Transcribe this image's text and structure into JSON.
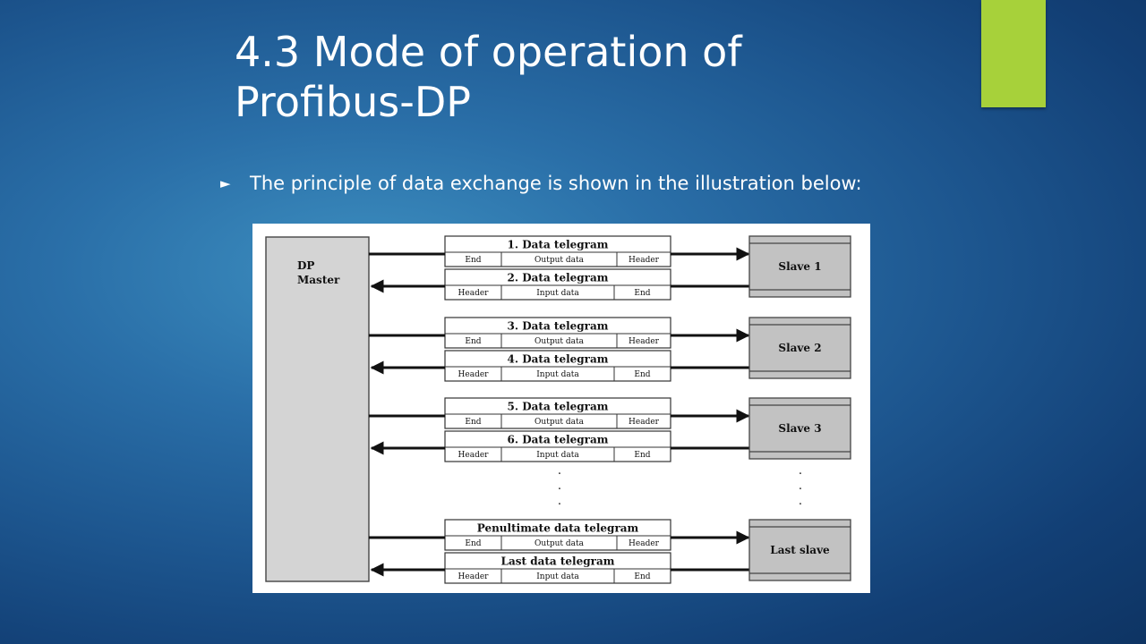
{
  "slide": {
    "title": "4.3 Mode of operation of Profibus-DP",
    "bullet": "The principle of data exchange is shown in the illustration below:",
    "bullet_icon": "triangle-bullet-icon",
    "accent_color": "#a7d13a"
  },
  "diagram": {
    "master_label_line1": "DP",
    "master_label_line2": "Master",
    "groups": [
      {
        "slave": "Slave 1",
        "outgoing": {
          "title": "1. Data telegram",
          "fields": [
            "End",
            "Output data",
            "Header"
          ]
        },
        "incoming": {
          "title": "2. Data telegram",
          "fields": [
            "Header",
            "Input data",
            "End"
          ]
        }
      },
      {
        "slave": "Slave 2",
        "outgoing": {
          "title": "3. Data telegram",
          "fields": [
            "End",
            "Output data",
            "Header"
          ]
        },
        "incoming": {
          "title": "4. Data telegram",
          "fields": [
            "Header",
            "Input data",
            "End"
          ]
        }
      },
      {
        "slave": "Slave 3",
        "outgoing": {
          "title": "5. Data telegram",
          "fields": [
            "End",
            "Output data",
            "Header"
          ]
        },
        "incoming": {
          "title": "6. Data telegram",
          "fields": [
            "Header",
            "Input data",
            "End"
          ]
        }
      },
      {
        "slave": "Last slave",
        "outgoing": {
          "title": "Penultimate data telegram",
          "fields": [
            "End",
            "Output data",
            "Header"
          ]
        },
        "incoming": {
          "title": "Last data telegram",
          "fields": [
            "Header",
            "Input data",
            "End"
          ]
        }
      }
    ],
    "ellipsis": "."
  }
}
